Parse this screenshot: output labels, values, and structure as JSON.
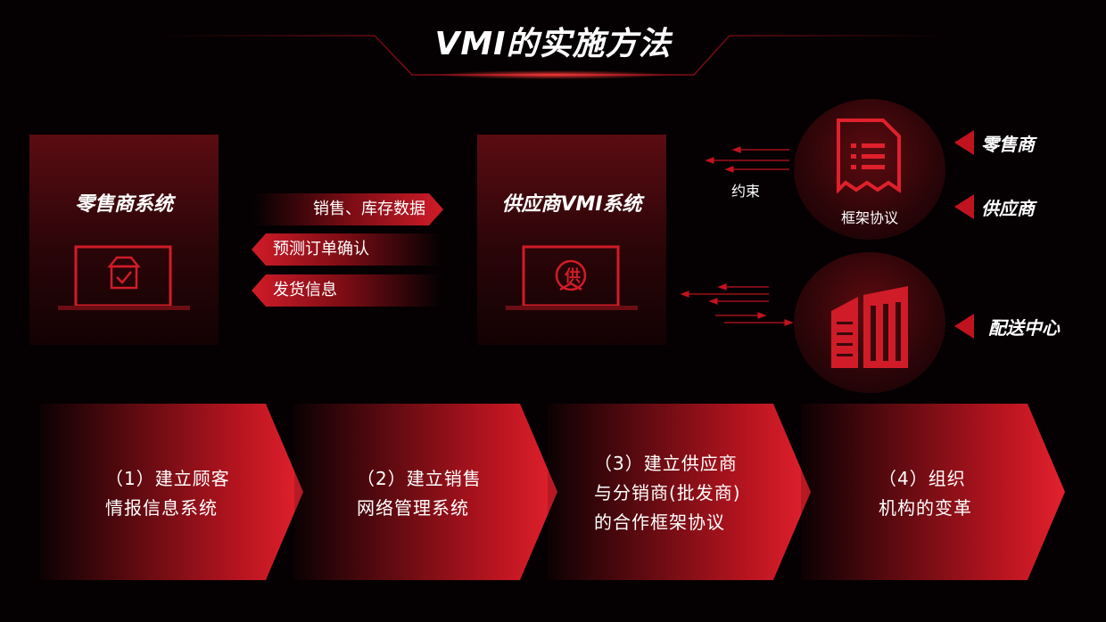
{
  "title": "VMI的实施方法",
  "retailer_system": {
    "title": "零售商系统",
    "icon": "shop-laptop-icon"
  },
  "supplier_system": {
    "title": "供应商VMI系统",
    "icon": "supply-laptop-icon",
    "badge": "供"
  },
  "flows": [
    {
      "label": "销售、库存数据",
      "direction": "right"
    },
    {
      "label": "预测订单确认",
      "direction": "left"
    },
    {
      "label": "发货信息",
      "direction": "left"
    }
  ],
  "constraint_label": "约束",
  "framework": {
    "label": "框架协议",
    "icon": "document-icon"
  },
  "distribution": {
    "icon": "building-icon"
  },
  "parties": [
    "零售商",
    "供应商",
    "配送中心"
  ],
  "steps": [
    {
      "line1": "（1）建立顾客",
      "line2": "情报信息系统",
      "line3": ""
    },
    {
      "line1": "（2）建立销售",
      "line2": "网络管理系统",
      "line3": ""
    },
    {
      "line1": "（3）建立供应商",
      "line2": "与分销商(批发商)",
      "line3": "的合作框架协议"
    },
    {
      "line1": "（4）组织",
      "line2": "机构的变革",
      "line3": ""
    }
  ],
  "colors": {
    "accent": "#d01c28",
    "background": "#050102"
  }
}
